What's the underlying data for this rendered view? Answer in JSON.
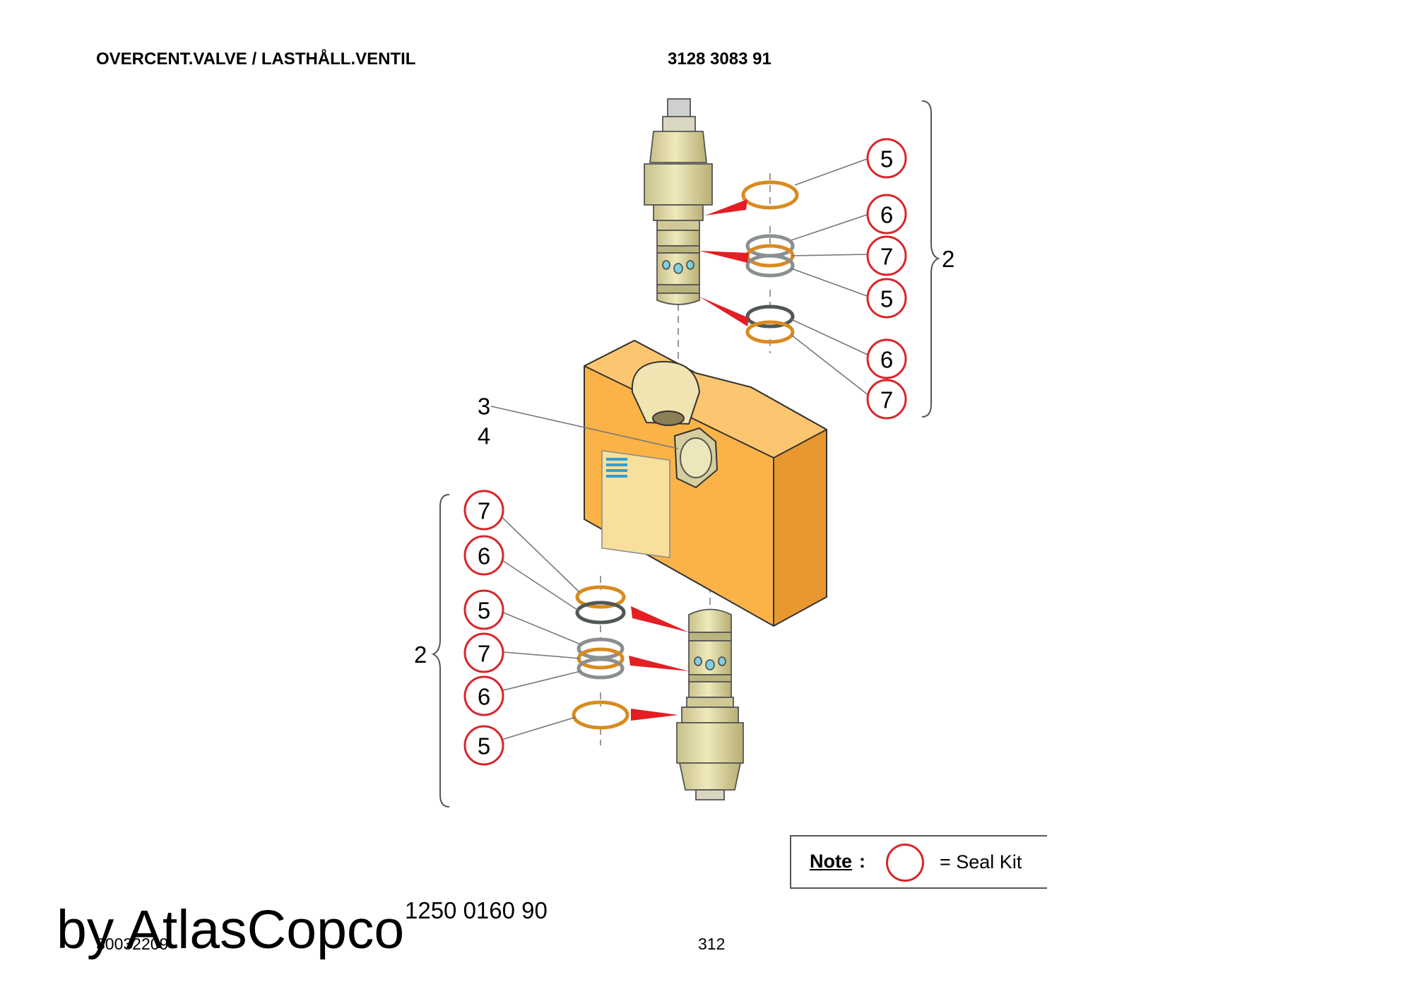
{
  "header": {
    "title": "OVERCENT.VALVE / LASTHÅLL.VENTIL",
    "part_number": "3128 3083 91"
  },
  "callouts": {
    "top": [
      "5",
      "6",
      "7",
      "5",
      "6",
      "7"
    ],
    "bottom": [
      "7",
      "6",
      "5",
      "7",
      "6",
      "5"
    ],
    "center": [
      "3",
      "4"
    ]
  },
  "groups": {
    "top_label": "2",
    "bottom_label": "2"
  },
  "legend": {
    "note_label": "Note",
    "colon": ":",
    "text": "= Seal Kit"
  },
  "footer": {
    "kit_number": "1250 0160 90",
    "drawing_id": "30032209",
    "watermark": "by AtlasCopco",
    "page_number": "312"
  },
  "colors": {
    "housing": "#fbb347",
    "valve_body": "#e6dfa8",
    "seal_ring_orange": "#d98a1e",
    "seal_ring_gray": "#8a8f8f",
    "callout_circle": "#d8262b",
    "pointer": "#e31e24"
  }
}
